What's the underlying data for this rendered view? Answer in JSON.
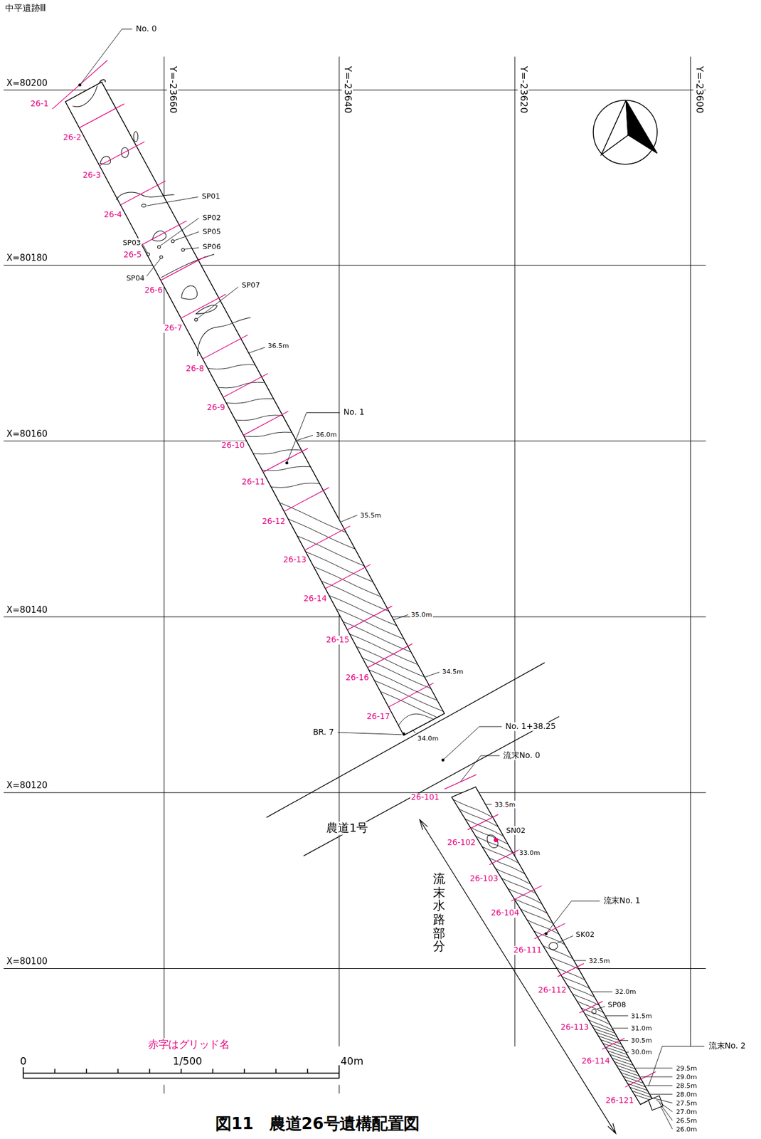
{
  "diagram": {
    "caption": "図11　農道26号遺構配置図",
    "labels": [
      "中平遺跡Ⅲ",
      "No. 0",
      "X=80200",
      "26-1",
      "Y=-23660",
      "Y=-23640",
      "Y=-23620",
      "Y=-23600",
      "26-2",
      "26-3",
      "SP01",
      "26-4",
      "SP02",
      "SP05",
      "SP06",
      "SP03",
      "26-5",
      "X=80180",
      "SP04",
      "26-6",
      "SP07",
      "26-7",
      "36.5m",
      "26-8",
      "26-9",
      "No. 1",
      "X=80160",
      "36.0m",
      "26-10",
      "26-11",
      "35.5m",
      "26-12",
      "26-13",
      "26-14",
      "X=80140",
      "35.0m",
      "26-15",
      "26-16",
      "34.5m",
      "26-17",
      "BR. 7",
      "No. 1+38.25",
      "34.0m",
      "流末No. 0",
      "X=80120",
      "26-101",
      "33.5m",
      "農道1号",
      "26-102",
      "SN02",
      "33.0m",
      "26-103",
      "流末No. 1",
      "26-104",
      "SK02",
      "26-111",
      "X=80100",
      "32.5m",
      "流末水路部分",
      "26-112",
      "32.0m",
      "SP08",
      "31.5m",
      "26-113",
      "31.0m",
      "30.5m",
      "30.0m",
      "26-114",
      "29.5m",
      "29.0m",
      "28.5m",
      "28.0m",
      "27.5m",
      "27.0m",
      "26.5m",
      "26.0m",
      "流末No. 2",
      "26-121",
      "0",
      "赤字はグリッド名",
      "1/500",
      "40m"
    ]
  }
}
